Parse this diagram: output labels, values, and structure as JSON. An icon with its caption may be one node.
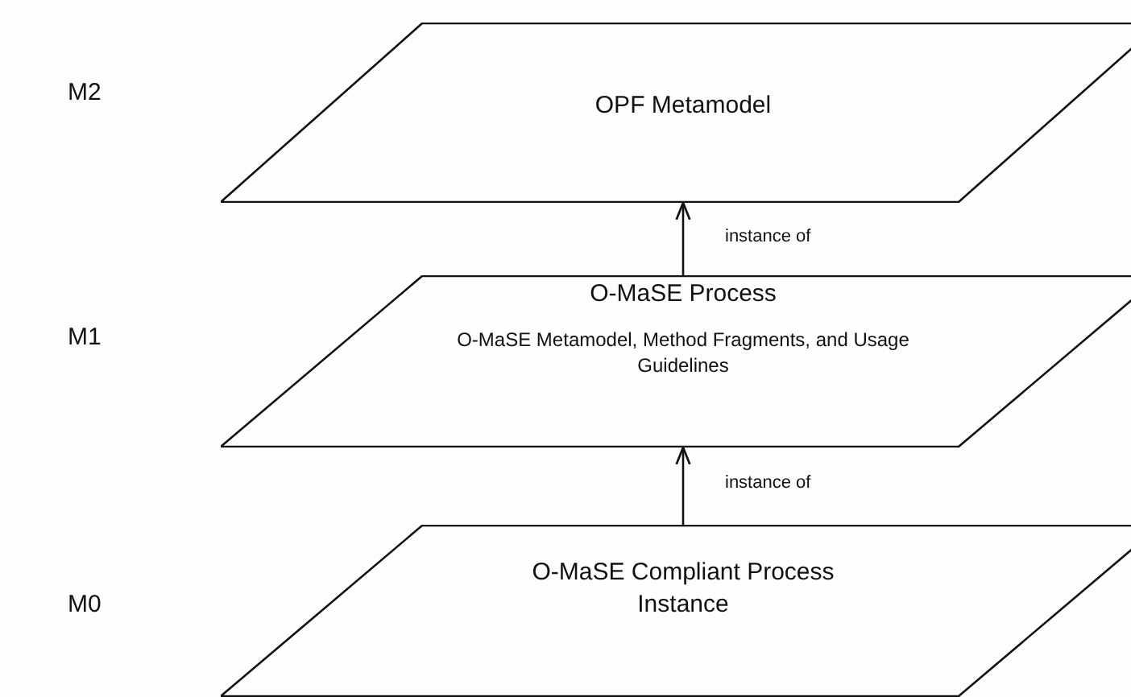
{
  "diagram": {
    "nodes": [
      {
        "text": [
          "OPF Metamodel"
        ]
      },
      {
        "text": [
          "O-MaSE Process",
          "O-MaSE Metamodel, Method Fragments, and Usage Guidelines"
        ]
      },
      {
        "text": [
          "O-MaSE Compliant Process Instance"
        ]
      }
    ],
    "edges": [
      {
        "from": 1,
        "to": 0,
        "arrow": "to",
        "label": "instance of"
      },
      {
        "from": 2,
        "to": 1,
        "arrow": "to",
        "label": "instance of"
      }
    ],
    "labels": [
      "M2",
      "M1",
      "M0"
    ]
  }
}
